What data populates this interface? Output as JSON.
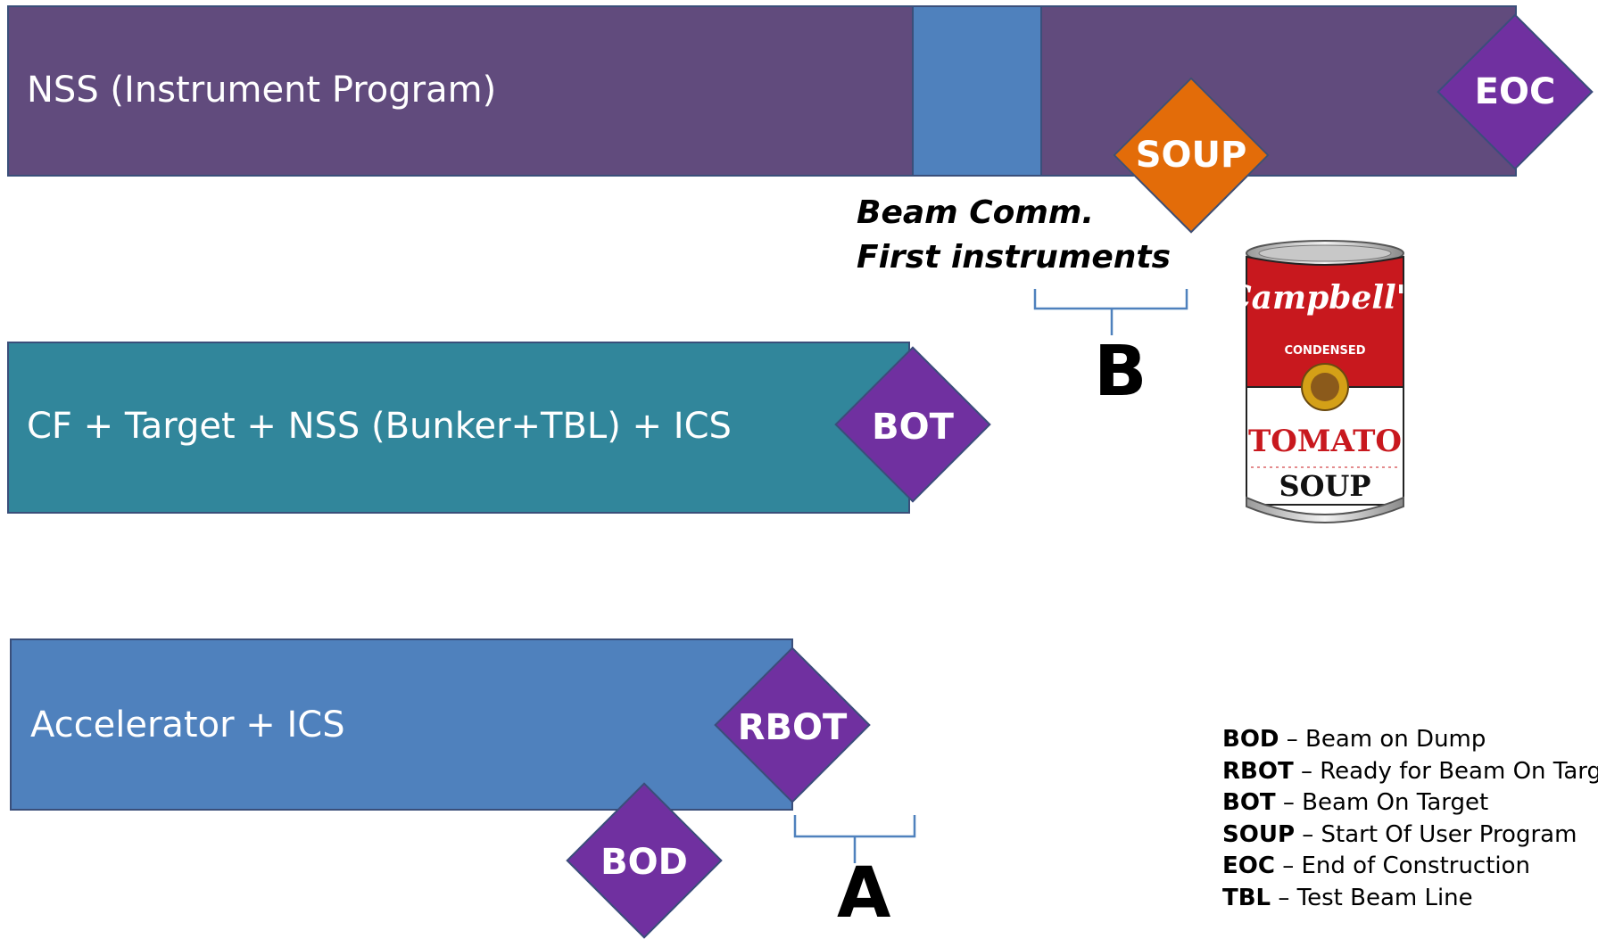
{
  "colors": {
    "nss_bar": "#614b7d",
    "cf_bar": "#31869b",
    "acc_bar": "#4f81bd",
    "beam_comm_block": "#4f81bd",
    "milestone_purple": "#7030a0",
    "milestone_orange": "#e36c09",
    "outline": "#3a4f7a"
  },
  "bars": {
    "nss": {
      "label": "NSS (Instrument Program)"
    },
    "cf": {
      "label": "CF + Target + NSS (Bunker+TBL) + ICS"
    },
    "accelerator": {
      "label": "Accelerator + ICS"
    }
  },
  "milestones": {
    "eoc": "EOC",
    "soup": "SOUP",
    "bot": "BOT",
    "rbot": "RBOT",
    "bod": "BOD"
  },
  "notes": {
    "beam_comm": "Beam Comm.",
    "first_instruments": "First instruments"
  },
  "braces": {
    "b": "B",
    "a": "A"
  },
  "soup_can": {
    "brand": "Campbell's",
    "condensed": "CONDENSED",
    "variety": "TOMATO",
    "product": "SOUP"
  },
  "legend": [
    {
      "abbr": "BOD",
      "text": " – Beam on Dump"
    },
    {
      "abbr": "RBOT",
      "text": " – Ready for Beam On Target"
    },
    {
      "abbr": "BOT",
      "text": " – Beam On Target"
    },
    {
      "abbr": "SOUP",
      "text": " – Start Of User Program"
    },
    {
      "abbr": "EOC",
      "text": " – End of Construction"
    },
    {
      "abbr": "TBL",
      "text": " – Test Beam Line"
    }
  ]
}
